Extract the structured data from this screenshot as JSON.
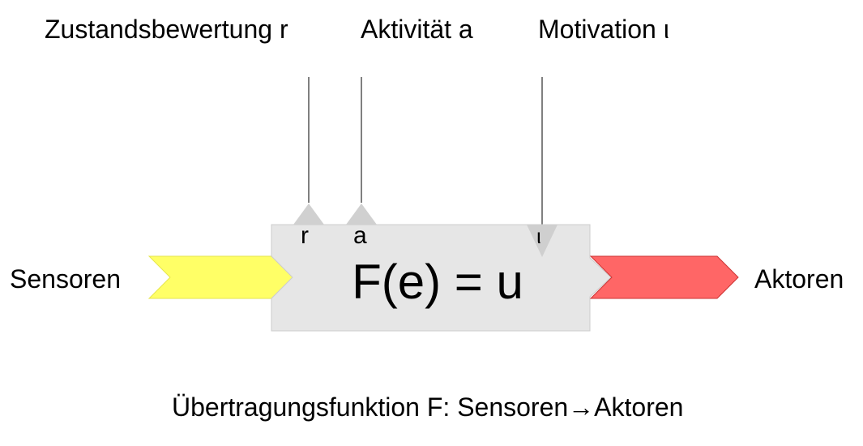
{
  "inputs": {
    "zustand_label": "Zustandsbewertung r",
    "aktivitaet_label": "Aktivität a",
    "motivation_label": "Motivation ι"
  },
  "ports": {
    "r": "r",
    "a": "a",
    "iota": "ι"
  },
  "left_label": "Sensoren",
  "right_label": "Aktoren",
  "formula": "F(e) = u",
  "caption": "Übertragungsfunktion F: Sensoren→Aktoren",
  "colors": {
    "box_fill": "#e6e6e6",
    "box_stroke": "#cccccc",
    "port_triangle": "#d0d0d0",
    "sensor_arrow_fill": "#ffff66",
    "sensor_arrow_stroke": "#e6e64d",
    "actor_arrow_fill": "#ff6666",
    "actor_arrow_stroke": "#cc3333",
    "line": "#000000"
  }
}
